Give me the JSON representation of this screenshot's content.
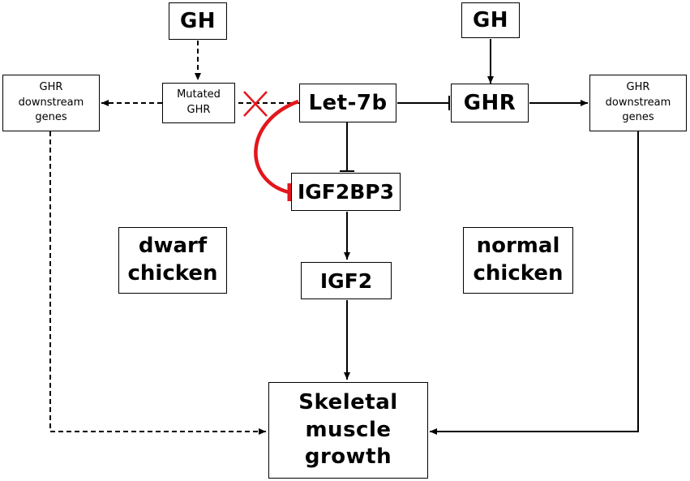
{
  "nodes": {
    "gh_left": "GH",
    "gh_right": "GH",
    "mutated_ghr": "Mutated\nGHR",
    "let7b": "Let-7b",
    "ghr": "GHR",
    "ghr_downstream_left": "GHR\ndownstream\ngenes",
    "ghr_downstream_right": "GHR\ndownstream\ngenes",
    "igf2bp3": "IGF2BP3",
    "igf2": "IGF2",
    "skeletal_muscle": "Skeletal\nmuscle\ngrowth"
  },
  "labels": {
    "dwarf": "dwarf\nchicken",
    "normal": "normal\nchicken"
  },
  "colors": {
    "line": "#000000",
    "inhibition_red": "#e3161b"
  }
}
